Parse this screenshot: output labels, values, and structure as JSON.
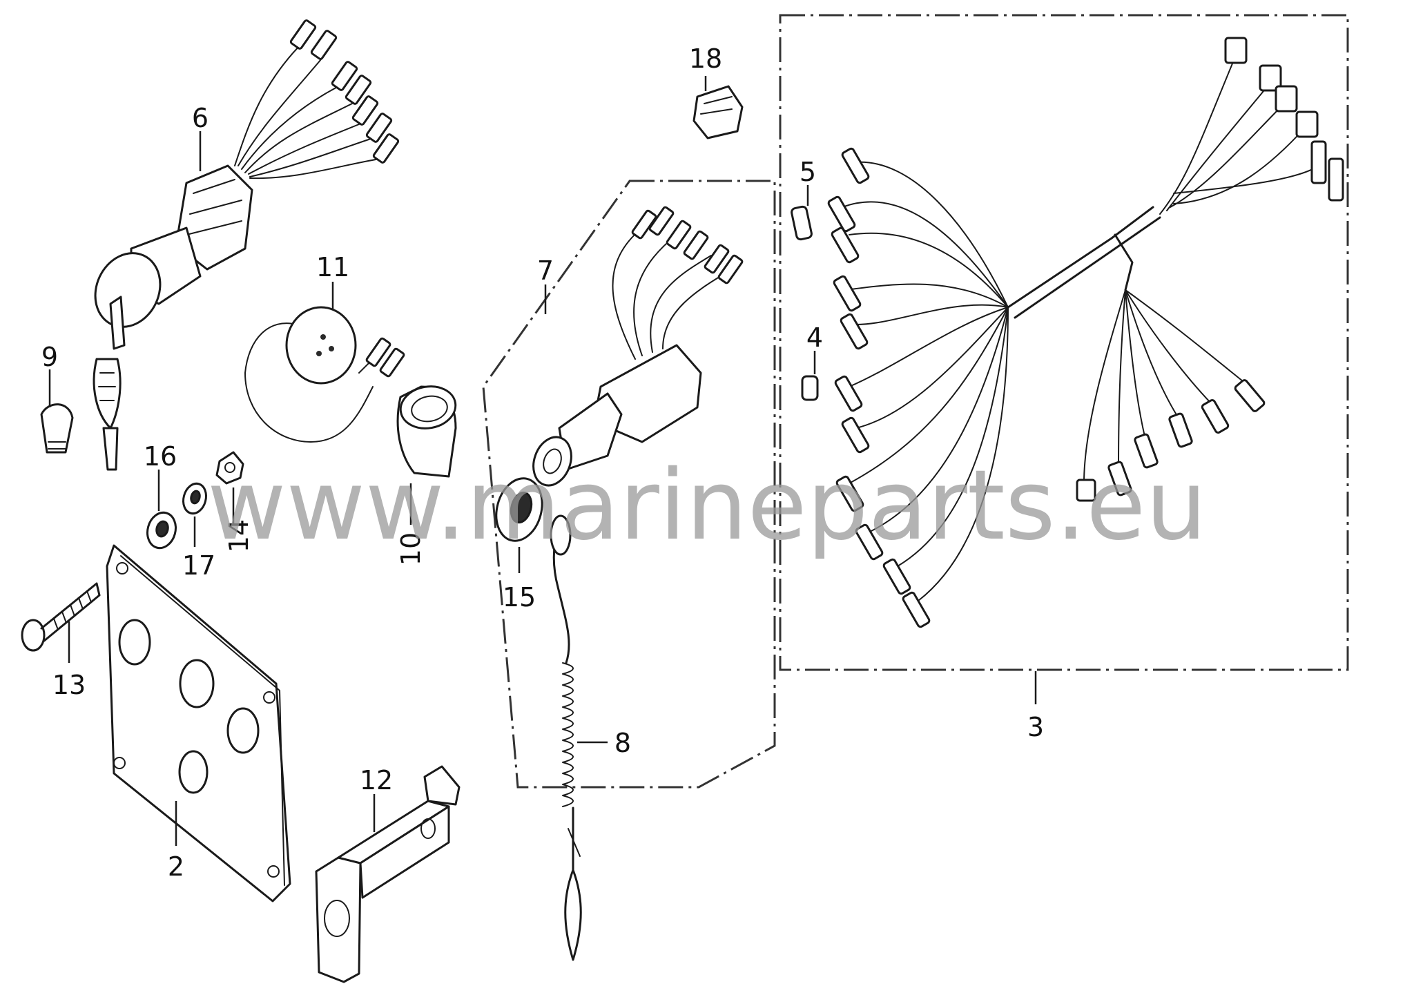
{
  "watermark": "www.marineparts.eu",
  "callouts": [
    "2",
    "3",
    "4",
    "5",
    "6",
    "7",
    "8",
    "9",
    "10",
    "11",
    "12",
    "13",
    "14",
    "15",
    "16",
    "17",
    "18"
  ]
}
